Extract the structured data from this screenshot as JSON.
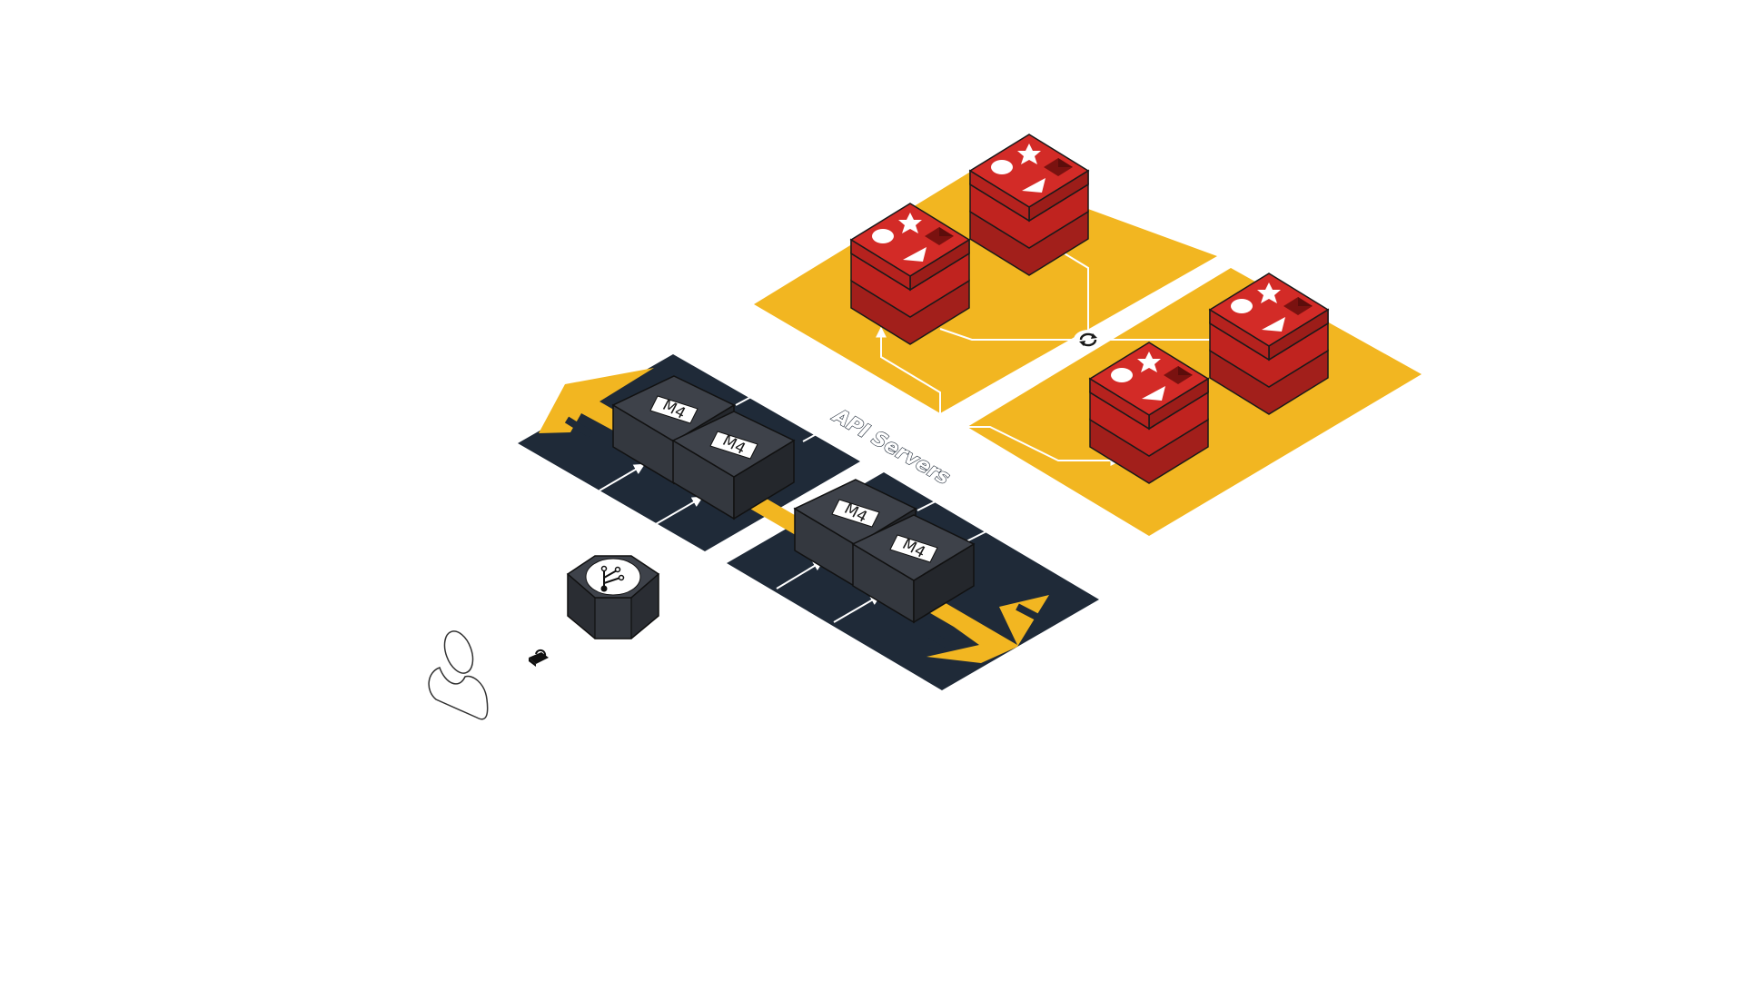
{
  "labels": {
    "api_tier": "API Servers"
  },
  "api_servers": [
    {
      "label": "M4"
    },
    {
      "label": "M4"
    },
    {
      "label": "M4"
    },
    {
      "label": "M4"
    }
  ],
  "redis_zones": 2,
  "redis_nodes_per_zone": 2,
  "icons": {
    "user": "user-icon",
    "lock": "lock-icon",
    "load_balancer": "load-balancer-icon",
    "replication": "sync-icon",
    "redis": "redis-icon"
  },
  "colors": {
    "zone": "#f2b621",
    "lane": "#1f2a38",
    "server_top": "#3b3f46",
    "server_side": "#2a2d33",
    "redis_top": "#d32b27",
    "redis_side": "#a21f1b",
    "background": "#ffffff"
  }
}
